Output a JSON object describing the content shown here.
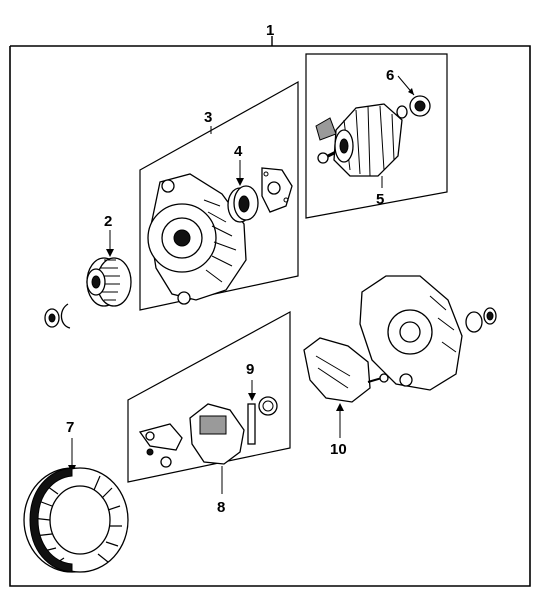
{
  "callouts": {
    "c1": "1",
    "c2": "2",
    "c3": "3",
    "c4": "4",
    "c5": "5",
    "c6": "6",
    "c7": "7",
    "c8": "8",
    "c9": "9",
    "c10": "10"
  },
  "parts": [
    {
      "callout": "1",
      "icon": "alternator-assembly"
    },
    {
      "callout": "2",
      "icon": "pulley-icon"
    },
    {
      "callout": "3",
      "icon": "front-housing-icon"
    },
    {
      "callout": "4",
      "icon": "bearing-icon"
    },
    {
      "callout": "5",
      "icon": "rotor-icon"
    },
    {
      "callout": "6",
      "icon": "rotor-bearing-icon"
    },
    {
      "callout": "7",
      "icon": "stator-icon"
    },
    {
      "callout": "8",
      "icon": "regulator-assembly-icon"
    },
    {
      "callout": "9",
      "icon": "brush-icon"
    },
    {
      "callout": "10",
      "icon": "rectifier-icon"
    }
  ]
}
